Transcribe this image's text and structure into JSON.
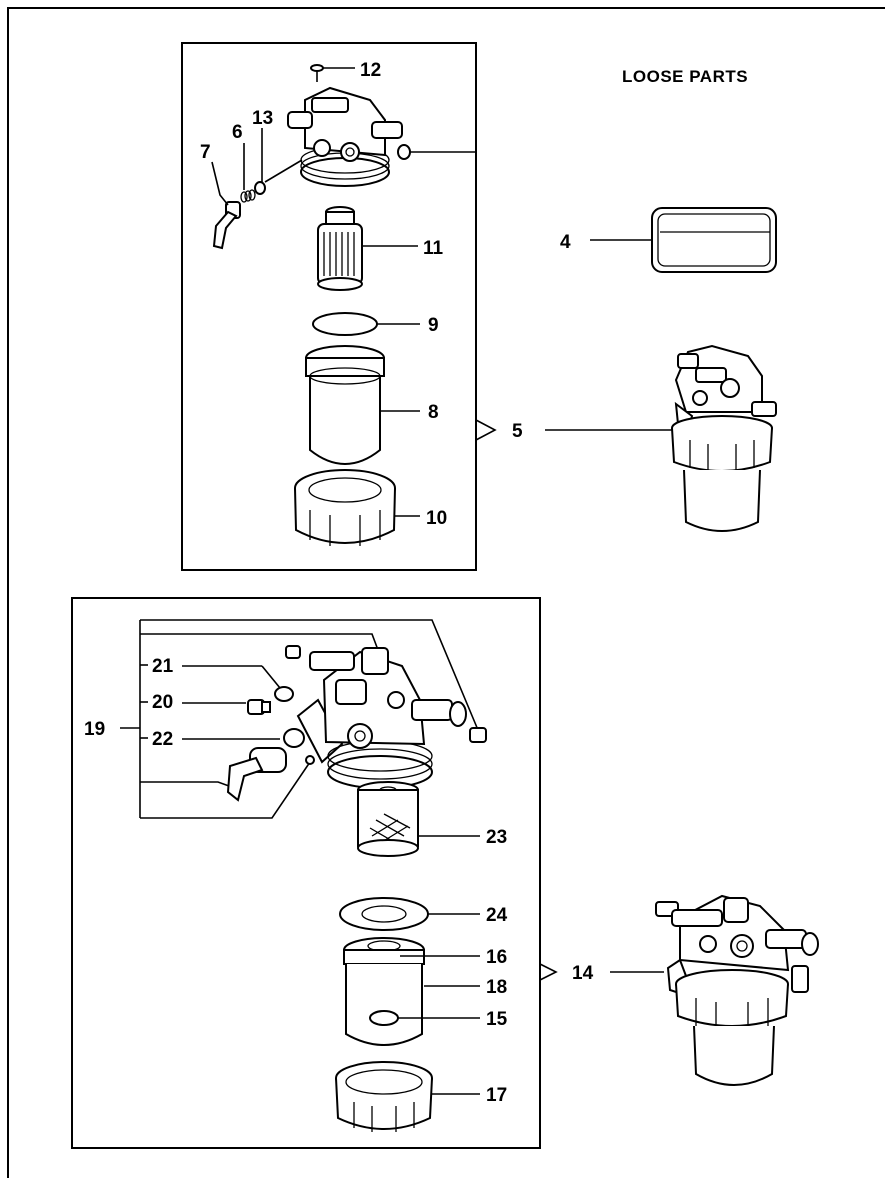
{
  "header": {
    "title": "LOOSE PARTS"
  },
  "callouts": {
    "p4": "4",
    "p5": "5",
    "p6": "6",
    "p7": "7",
    "p8": "8",
    "p9": "9",
    "p10": "10",
    "p11": "11",
    "p12": "12",
    "p13": "13",
    "p14": "14",
    "p15": "15",
    "p16": "16",
    "p17": "17",
    "p18": "18",
    "p19": "19",
    "p20": "20",
    "p21": "21",
    "p22": "22",
    "p23": "23",
    "p24": "24"
  }
}
